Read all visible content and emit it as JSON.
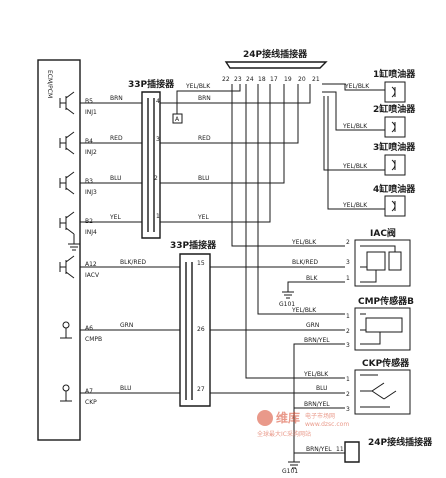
{
  "ecm_label": "ECM/PCM",
  "pcm_pins": [
    {
      "code": "B5",
      "name": "INJ1"
    },
    {
      "code": "B4",
      "name": "INJ2"
    },
    {
      "code": "B3",
      "name": "INJ3"
    },
    {
      "code": "B2",
      "name": "INJ4"
    },
    {
      "code": "A12",
      "name": "IACV"
    },
    {
      "code": "A6",
      "name": "CMPB"
    },
    {
      "code": "A7",
      "name": "CKP"
    }
  ],
  "connectors": {
    "c33p_upper": "33P插接器",
    "c33p_lower": "33P插接器",
    "c24p_top": "24P接线插接器",
    "c24p_bottom": "24P接线插接器",
    "c24p_top_pins": [
      "22",
      "23",
      "24",
      "18",
      "17",
      "19",
      "20",
      "21"
    ],
    "c33p_upper_pins": [
      "4",
      "3",
      "2",
      "1"
    ],
    "c33p_lower_pins": [
      "15",
      "26",
      "27"
    ],
    "c24p_bottom_pin": "11",
    "box_a": "A"
  },
  "wires": {
    "brn": "BRN",
    "red": "RED",
    "blu": "BLU",
    "yel": "YEL",
    "yel_blk": "YEL/BLK",
    "blk_red": "BLK/RED",
    "blk": "BLK",
    "grn": "GRN",
    "blu2": "BLU",
    "brn_yel": "BRN/YEL"
  },
  "components": {
    "inj1": "1缸喷油器",
    "inj2": "2缸喷油器",
    "inj3": "3缸喷油器",
    "inj4": "4缸喷油器",
    "iac": "IAC阀",
    "cmp": "CMP传感器B",
    "ckp": "CKP传感器"
  },
  "grounds": {
    "g1": "G101",
    "g2": "G101"
  },
  "watermark": {
    "title": "维库",
    "sub1": "电子市场网",
    "sub2": "全球最大IC采购网站",
    "url": "www.dzsc.com"
  }
}
